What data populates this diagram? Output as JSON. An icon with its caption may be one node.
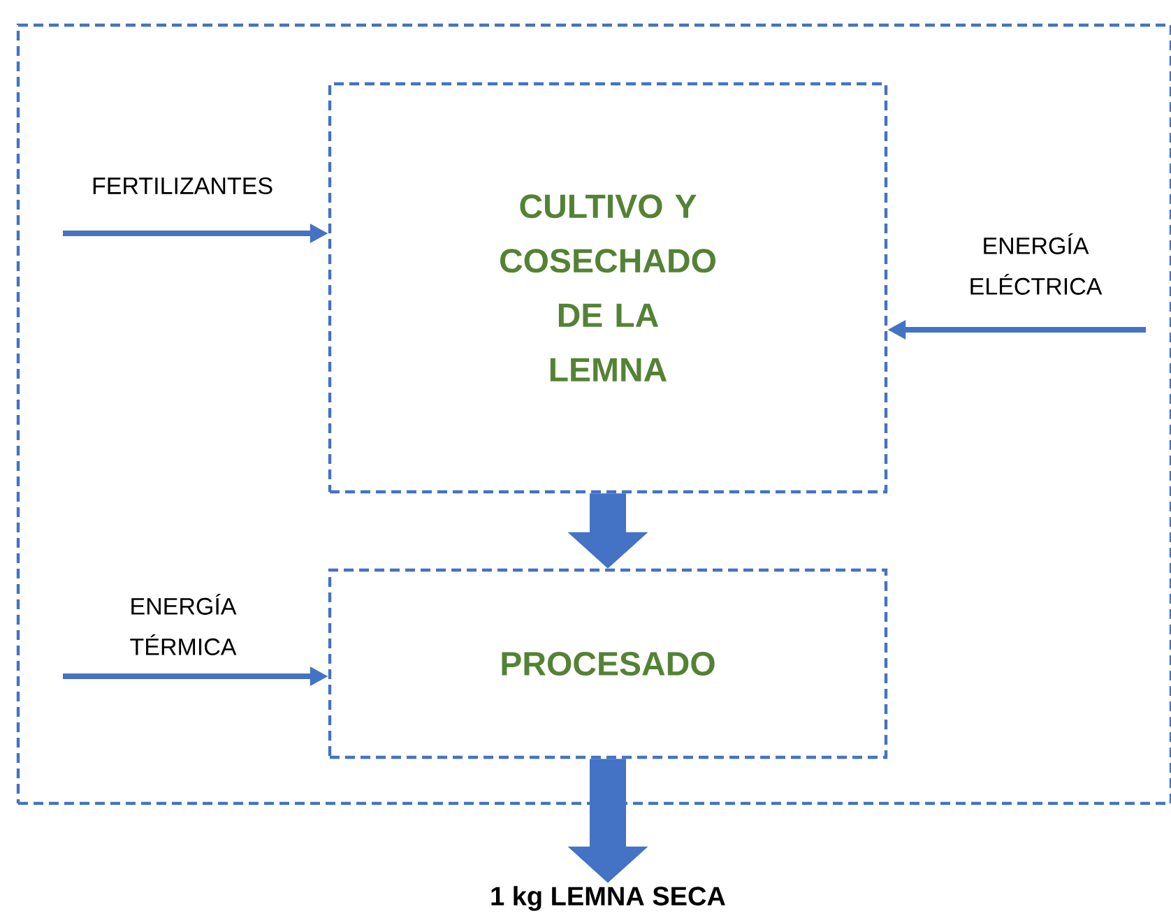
{
  "diagram": {
    "nodes": [
      {
        "text": [],
        "shape": "box"
      },
      {
        "text": [
          "CULTIVO Y COSECHADO DE LA LEMNA"
        ],
        "in": 0
      },
      {
        "text": [
          "PROCESADO"
        ],
        "in": 0
      },
      {
        "text": [
          "1 kg LEMNA SECA"
        ]
      }
    ],
    "edges": [
      {
        "from": null,
        "to": 1,
        "arrow": "to",
        "label": "FERTILIZANTES"
      },
      {
        "from": null,
        "to": 1,
        "arrow": "to",
        "label": "ENERGÍA ELÉCTRICA"
      },
      {
        "from": 1,
        "to": 2,
        "arrow": "to",
        "style": "thick"
      },
      {
        "from": null,
        "to": 2,
        "arrow": "to",
        "label": "ENERGÍA TÉRMICA"
      },
      {
        "from": 2,
        "to": 3,
        "arrow": "to",
        "style": "thick"
      }
    ]
  }
}
